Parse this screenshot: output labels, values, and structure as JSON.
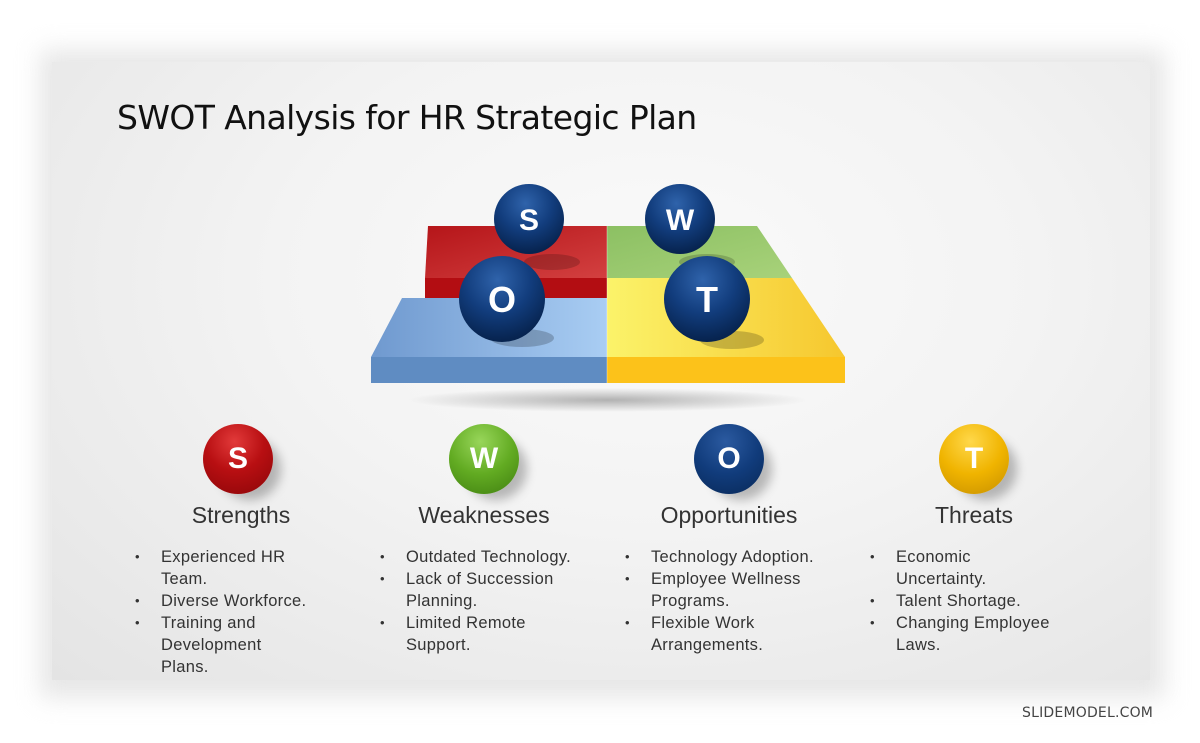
{
  "slide": {
    "title": "SWOT Analysis for HR Strategic Plan"
  },
  "diagram": {
    "balls": [
      {
        "letter": "S",
        "quadrant": "Strengths",
        "color": "#b80f12"
      },
      {
        "letter": "W",
        "quadrant": "Weaknesses",
        "color": "#62ab22"
      },
      {
        "letter": "O",
        "quadrant": "Opportunities",
        "color": "#113c7c"
      },
      {
        "letter": "T",
        "quadrant": "Threats",
        "color": "#f0b400"
      }
    ],
    "board_letters": {
      "s": "S",
      "w": "W",
      "o": "O",
      "t": "T"
    },
    "quadrant_colors": {
      "red": "#c0181c",
      "green": "#8cc063",
      "blue": "#7ea6d8",
      "yellow": "#f7d43a"
    }
  },
  "categories": [
    {
      "letter": "S",
      "title": "Strengths",
      "points": [
        "Experienced HR Team.",
        "Diverse Workforce.",
        "Training and Development Plans."
      ],
      "color": "#b80f12"
    },
    {
      "letter": "W",
      "title": "Weaknesses",
      "points": [
        "Outdated Technology.",
        "Lack of Succession Planning.",
        "Limited Remote Support."
      ],
      "color": "#62ab22"
    },
    {
      "letter": "O",
      "title": "Opportunities",
      "points": [
        "Technology Adoption.",
        "Employee Wellness Programs.",
        "Flexible Work Arrangements."
      ],
      "color": "#113c7c"
    },
    {
      "letter": "T",
      "title": "Threats",
      "points": [
        "Economic Uncertainty.",
        "Talent Shortage.",
        "Changing Employee Laws."
      ],
      "color": "#f0b400"
    }
  ],
  "watermark": "SLIDEMODEL.COM"
}
